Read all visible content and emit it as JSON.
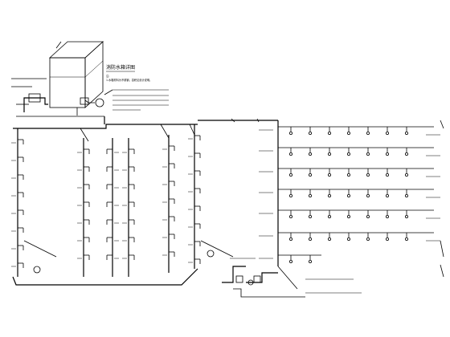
{
  "diagram": {
    "tank_title": "消防水箱详图",
    "tank_notes": [
      "注：",
      "1.水箱材料为不锈钢，容积见设计说明。"
    ]
  }
}
